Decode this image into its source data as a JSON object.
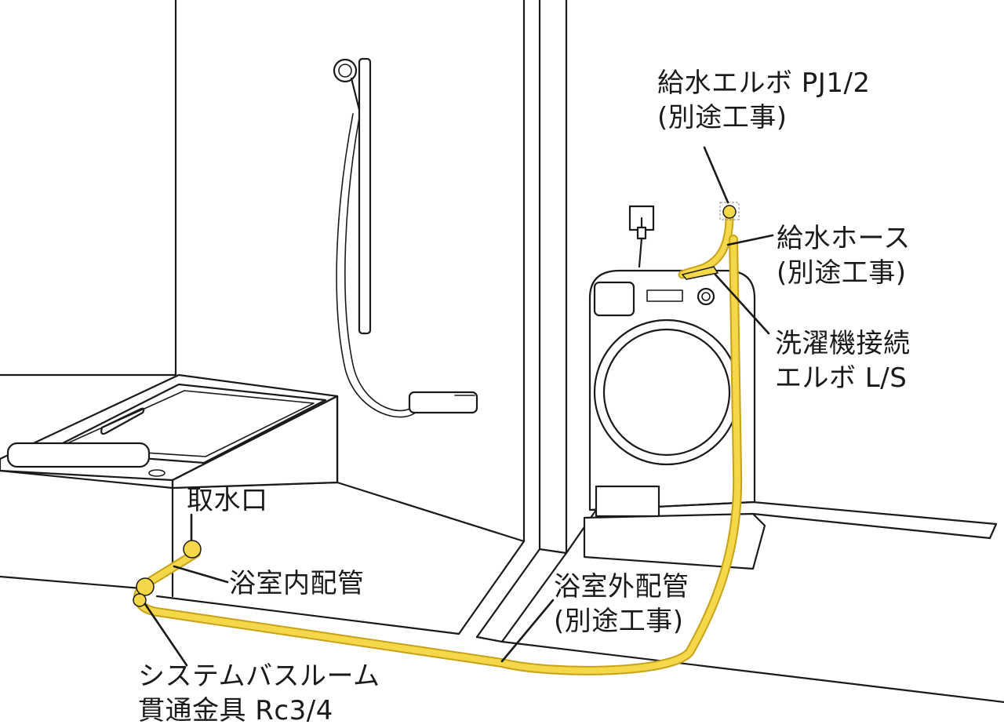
{
  "colors": {
    "line": "#1a1a1a",
    "pipe_fill": "#f5d84a",
    "pipe_edge": "#c8a31a",
    "background": "#ffffff"
  },
  "labels": {
    "supply_elbow": {
      "line1": "給水エルボ PJ1/2",
      "line2": "(別途工事)"
    },
    "supply_hose": {
      "line1": "給水ホース",
      "line2": "(別途工事)"
    },
    "washer_elbow": {
      "line1": "洗濯機接続",
      "line2": "エルボ L/S"
    },
    "water_intake": {
      "line1": "取水口"
    },
    "inner_piping": {
      "line1": "浴室内配管"
    },
    "outer_piping": {
      "line1": "浴室外配管",
      "line2": "(別途工事)"
    },
    "through_fitting": {
      "line1": "システムバスルーム",
      "line2": "貫通金具 Rc3/4"
    }
  }
}
